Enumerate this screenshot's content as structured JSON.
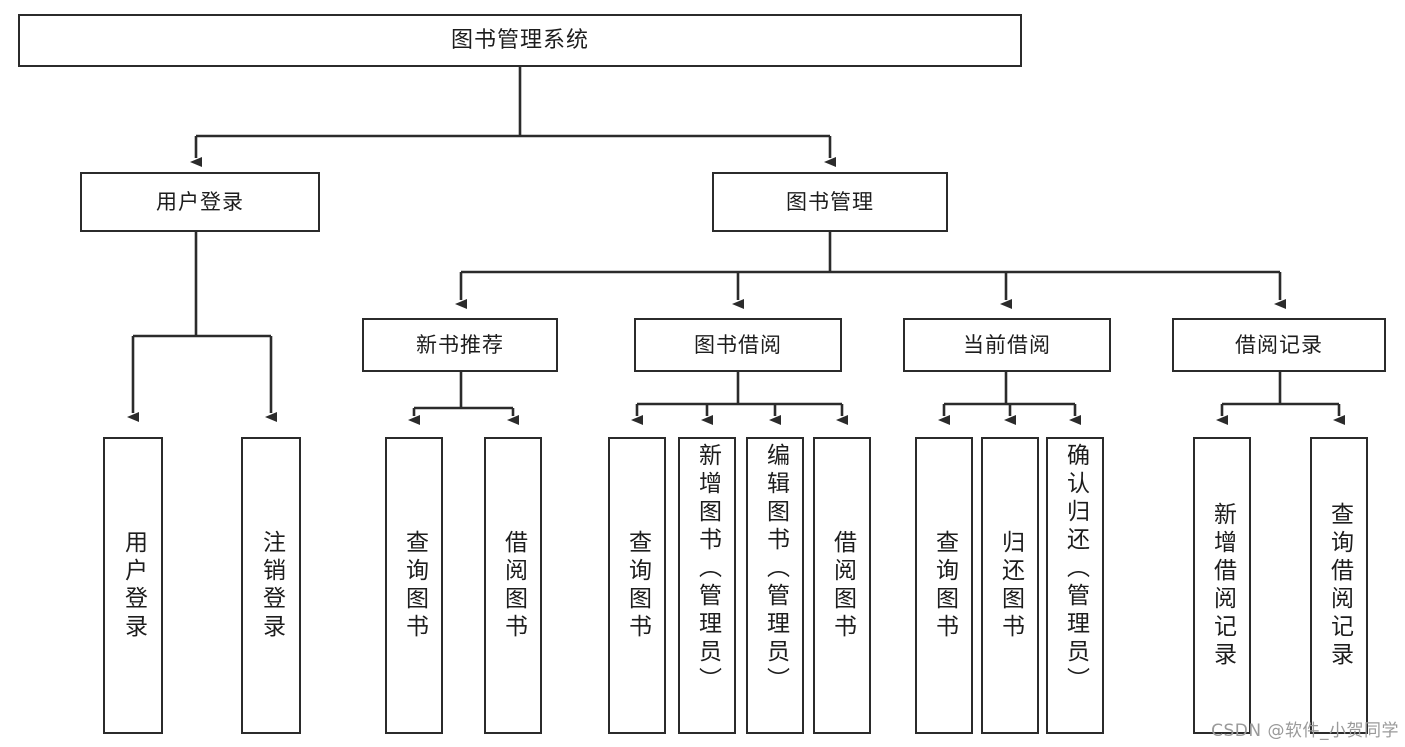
{
  "diagram": {
    "title": "图书管理系统",
    "type": "tree-diagram",
    "colors": {
      "stroke": "#2b2b2b",
      "fill": "#ffffff",
      "text": "#1d1d1d",
      "watermark": "#9a9a9a"
    },
    "root": {
      "id": "root",
      "label": "图书管理系统"
    },
    "level1": [
      {
        "id": "user-login",
        "label": "用户登录"
      },
      {
        "id": "book-manage",
        "label": "图书管理"
      }
    ],
    "level2": [
      {
        "id": "new-book-rec",
        "label": "新书推荐",
        "parent": "book-manage"
      },
      {
        "id": "book-borrow",
        "label": "图书借阅",
        "parent": "book-manage"
      },
      {
        "id": "current-borrow",
        "label": "当前借阅",
        "parent": "book-manage"
      },
      {
        "id": "borrow-record",
        "label": "借阅记录",
        "parent": "book-manage"
      }
    ],
    "leaves": [
      {
        "id": "leaf-user-login",
        "label": "用户登录",
        "parent": "user-login"
      },
      {
        "id": "leaf-user-logout",
        "label": "注销登录",
        "parent": "user-login"
      },
      {
        "id": "leaf-query-book-1",
        "label": "查询图书",
        "parent": "new-book-rec"
      },
      {
        "id": "leaf-borrow-book-1",
        "label": "借阅图书",
        "parent": "new-book-rec"
      },
      {
        "id": "leaf-query-book-2",
        "label": "查询图书",
        "parent": "book-borrow"
      },
      {
        "id": "leaf-add-book",
        "label": "新增图书（管理员）",
        "parent": "book-borrow"
      },
      {
        "id": "leaf-edit-book",
        "label": "编辑图书（管理员）",
        "parent": "book-borrow"
      },
      {
        "id": "leaf-borrow-book-2",
        "label": "借阅图书",
        "parent": "book-borrow"
      },
      {
        "id": "leaf-query-book-3",
        "label": "查询图书",
        "parent": "current-borrow"
      },
      {
        "id": "leaf-return-book",
        "label": "归还图书",
        "parent": "current-borrow"
      },
      {
        "id": "leaf-confirm-return",
        "label": "确认归还（管理员）",
        "parent": "current-borrow"
      },
      {
        "id": "leaf-add-record",
        "label": "新增借阅记录",
        "parent": "borrow-record"
      },
      {
        "id": "leaf-query-record",
        "label": "查询借阅记录",
        "parent": "borrow-record"
      }
    ]
  },
  "watermark": {
    "text": "CSDN @软件_小贺同学"
  }
}
